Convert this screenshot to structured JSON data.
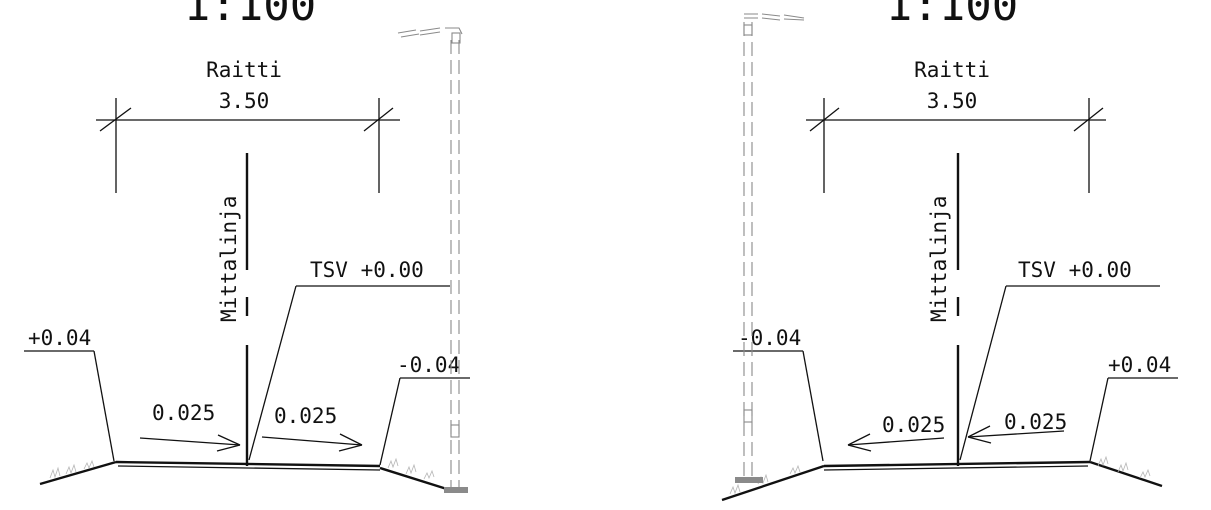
{
  "left_section": {
    "scale": "1:100",
    "lane_label": "Raitti",
    "width": "3.50",
    "centerline_label": "Mittalinja",
    "tsv_label": "TSV +0.00",
    "left_elev": "+0.04",
    "right_elev": "-0.04",
    "slope_left": "0.025",
    "slope_right": "0.025"
  },
  "right_section": {
    "scale": "1:100",
    "lane_label": "Raitti",
    "width": "3.50",
    "centerline_label": "Mittalinja",
    "tsv_label": "TSV +0.00",
    "left_elev": "-0.04",
    "right_elev": "+0.04",
    "slope_left": "0.025",
    "slope_right": "0.025"
  },
  "colors": {
    "line": "#111111",
    "pole": "#8a8a8a",
    "grass": "#b5b5b5"
  }
}
